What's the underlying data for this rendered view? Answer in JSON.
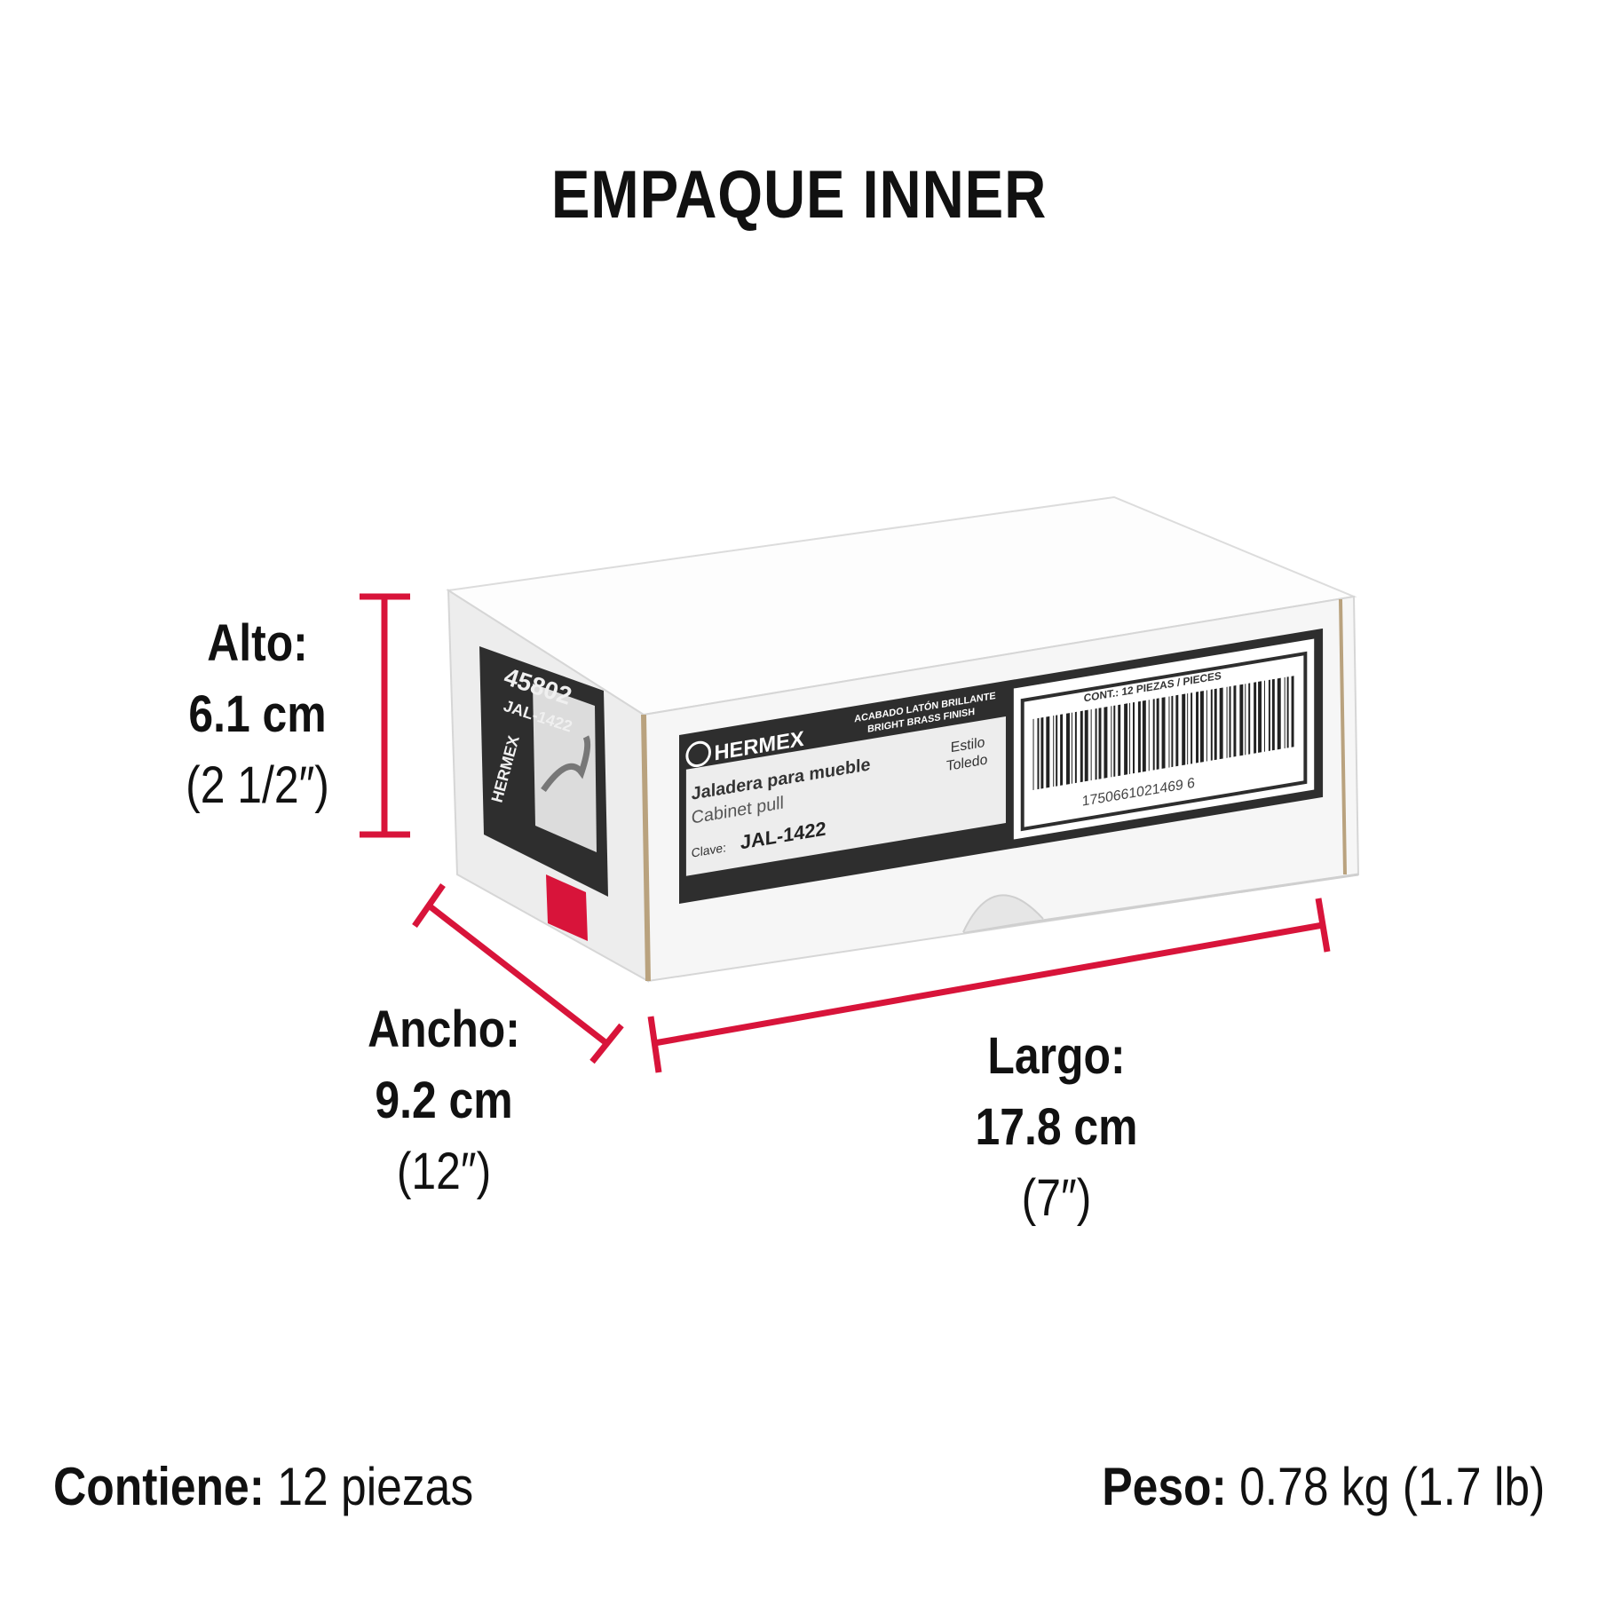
{
  "title": "EMPAQUE INNER",
  "dimensions": {
    "alto": {
      "label": "Alto:",
      "metric": "6.1 cm",
      "imperial": "(2 1/2″)"
    },
    "ancho": {
      "label": "Ancho:",
      "metric": "9.2 cm",
      "imperial": "(12″)"
    },
    "largo": {
      "label": "Largo:",
      "metric": "17.8 cm",
      "imperial": "(7″)"
    }
  },
  "footer": {
    "contents_label": "Contiene:",
    "contents_value": " 12 piezas",
    "weight_label": "Peso:",
    "weight_value": " 0.78 kg (1.7 lb)"
  },
  "box_label": {
    "brand": "HERMEX",
    "finish_es": "ACABADO LATÓN BRILLANTE",
    "finish_en": "BRIGHT BRASS FINISH",
    "product_es": "Jaladera para mueble",
    "product_en": "Cabinet pull",
    "style_line1": "Estilo",
    "style_line2": "Toledo",
    "clave_label": "Clave:",
    "clave_value": "JAL-1422",
    "contents": "CONT.: 12 PIEZAS / PIECES",
    "barcode_number": "1750661021469  6",
    "side_code": "45802",
    "side_model": "JAL-1422",
    "side_brand": "HERMEX"
  },
  "colors": {
    "measure_line": "#d8143a",
    "box_white": "#f7f7f7",
    "box_side": "#ececec",
    "label_dark": "#2e2e2e",
    "cardboard_edge": "#b9a27e"
  }
}
